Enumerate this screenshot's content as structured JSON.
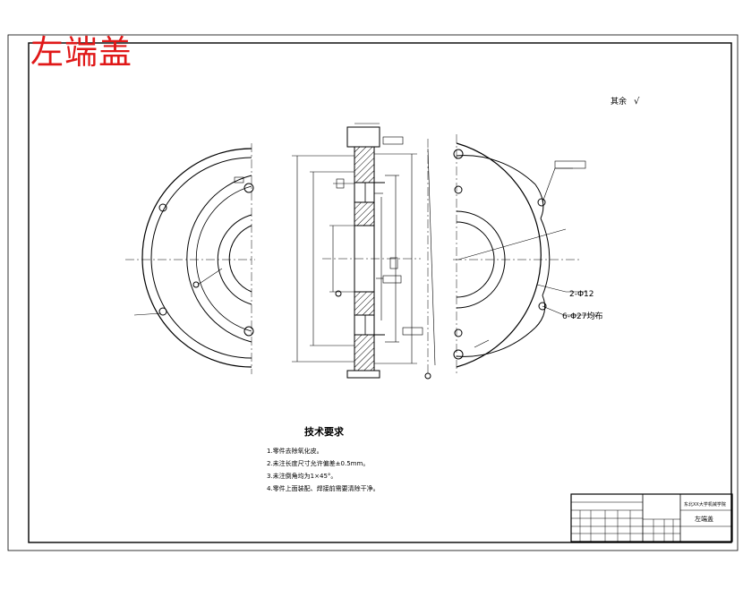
{
  "stamp_title": "左端盖",
  "roughness_note": "其余",
  "tech": {
    "title": "技术要求",
    "items": [
      "1.零件去除氧化皮。",
      "2.未注长度尺寸允许偏差±0.5mm。",
      "3.未注倒角均为1×45°。",
      "4.零件上面装配、焊接前需要清除干净。"
    ]
  },
  "callouts": {
    "hole_pattern_a": "2-Φ12",
    "hole_pattern_b": "6-Φ27均布"
  },
  "title_block": {
    "school": "东北XX大学机械学院",
    "part_name": "左端盖"
  },
  "colors": {
    "stamp": "#e01818",
    "line": "#000000"
  }
}
